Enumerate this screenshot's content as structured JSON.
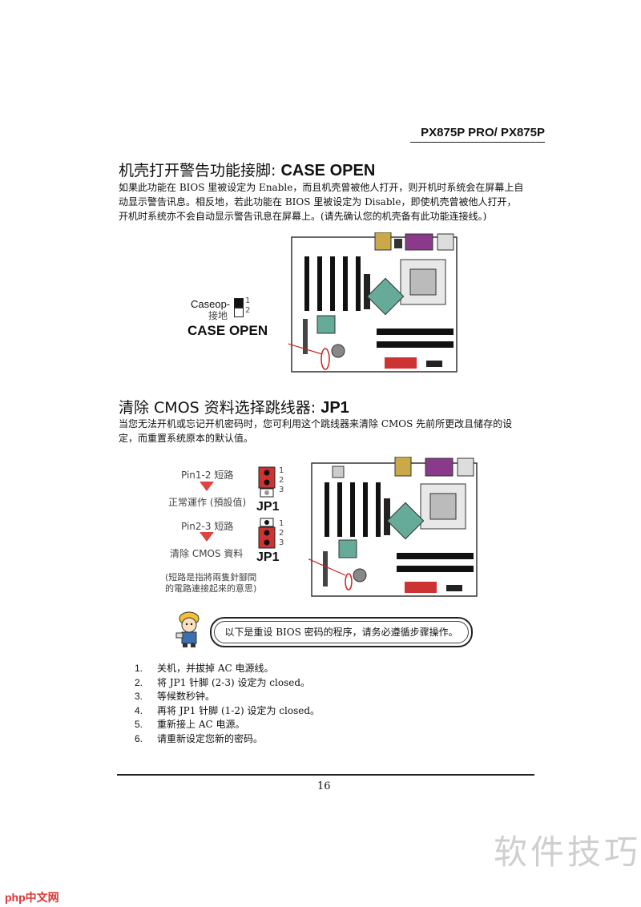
{
  "header": {
    "model": "PX875P PRO/ PX875P"
  },
  "section1": {
    "title_zh": "机壳打开警告功能接脚: ",
    "title_en": "CASE OPEN",
    "paragraph_lines": [
      "如果此功能在 BIOS 里被设定为 Enable，而且机壳曾被他人打开，则开机时系统会在屏幕上自",
      "动显示警告讯息。相反地，若此功能在 BIOS 里被设定为 Disable，即使机壳曾被他人打开，",
      "开机时系统亦不会自动显示警告讯息在屏幕上。(请先确认您的机壳备有此功能连接线。)"
    ],
    "figure": {
      "pin_label_en": "Caseop-",
      "pin_label_zh": "接地",
      "pin1": "1",
      "pin2": "2",
      "big_label": "CASE OPEN"
    }
  },
  "section2": {
    "title_zh": "清除 CMOS  资料选择跳线器: ",
    "title_en": "JP1",
    "paragraph_lines": [
      "当您无法开机或忘记开机密码时，您可利用这个跳线器来清除 CMOS 先前所更改且储存的设",
      "定，而重置系统原本的默认值。"
    ],
    "figure": {
      "state1_label": "Pin1-2 短路",
      "state1_desc": "正常運作 (預設值)",
      "state2_label": "Pin2-3 短路",
      "state2_desc": "清除 CMOS 資料",
      "jp_label": "JP1",
      "pin_numbers": [
        "1",
        "2",
        "3"
      ],
      "note_line1": "(短路是指將兩隻針腳間",
      "note_line2": "的電路連接起來的意思)"
    }
  },
  "warning": {
    "text": "以下是重设 BIOS 密码的程序，请务必遵循步骤操作。"
  },
  "steps": [
    {
      "n": "1.",
      "text": "关机，并拔掉 AC 电源线。"
    },
    {
      "n": "2.",
      "text": "将 JP1 针脚 (2-3) 设定为 closed。"
    },
    {
      "n": "3.",
      "text": "等候数秒钟。"
    },
    {
      "n": "4.",
      "text": "再将 JP1 针脚 (1-2) 设定为 closed。"
    },
    {
      "n": "5.",
      "text": "重新接上 AC 电源。"
    },
    {
      "n": "6.",
      "text": "请重新设定您新的密码。"
    }
  ],
  "footer": {
    "page_number": "16"
  },
  "watermarks": {
    "corner_text": "软件技巧",
    "site_logo": "php中文网"
  }
}
